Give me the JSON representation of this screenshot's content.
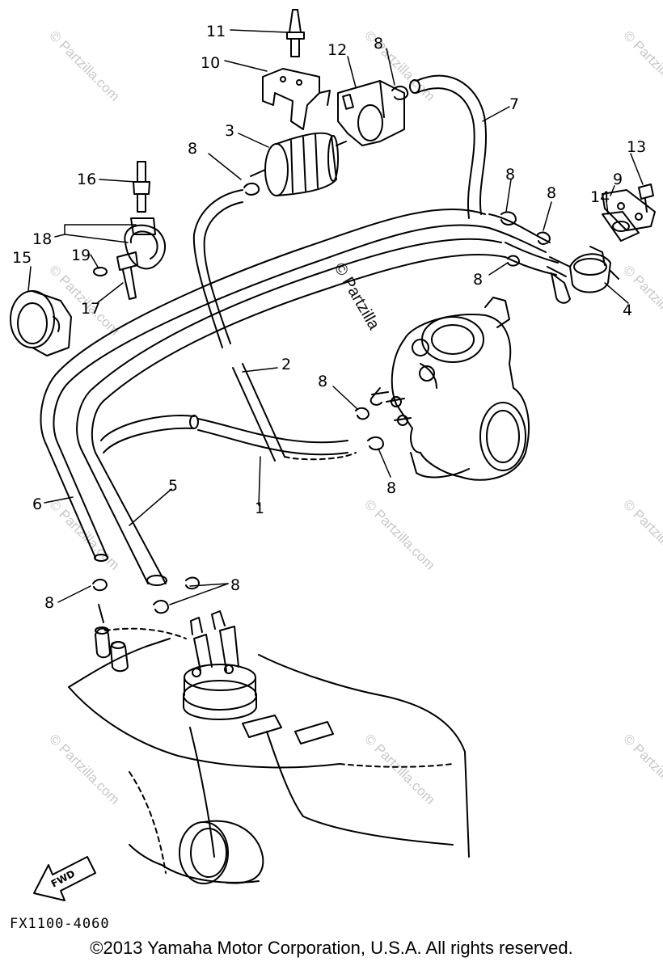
{
  "diagram": {
    "code": "FX1100-4060",
    "copyright": "©2013 Yamaha Motor Corporation, U.S.A. All rights reserved.",
    "watermark": "© Partzilla.com",
    "center_watermark": "© Partzilla",
    "fwd_label": "FWD",
    "callouts": [
      {
        "id": "c1",
        "label": "1"
      },
      {
        "id": "c2",
        "label": "2"
      },
      {
        "id": "c3",
        "label": "3"
      },
      {
        "id": "c4",
        "label": "4"
      },
      {
        "id": "c5",
        "label": "5"
      },
      {
        "id": "c6",
        "label": "6"
      },
      {
        "id": "c7",
        "label": "7"
      },
      {
        "id": "c8a",
        "label": "8"
      },
      {
        "id": "c8b",
        "label": "8"
      },
      {
        "id": "c8c",
        "label": "8"
      },
      {
        "id": "c8d",
        "label": "8"
      },
      {
        "id": "c8e",
        "label": "8"
      },
      {
        "id": "c8f",
        "label": "8"
      },
      {
        "id": "c8g",
        "label": "8"
      },
      {
        "id": "c8h",
        "label": "8"
      },
      {
        "id": "c8i",
        "label": "8"
      },
      {
        "id": "c9",
        "label": "9"
      },
      {
        "id": "c10",
        "label": "10"
      },
      {
        "id": "c11",
        "label": "11"
      },
      {
        "id": "c12",
        "label": "12"
      },
      {
        "id": "c13",
        "label": "13"
      },
      {
        "id": "c14",
        "label": "14"
      },
      {
        "id": "c15",
        "label": "15"
      },
      {
        "id": "c16",
        "label": "16"
      },
      {
        "id": "c17",
        "label": "17"
      },
      {
        "id": "c18",
        "label": "18"
      },
      {
        "id": "c19",
        "label": "19"
      }
    ]
  }
}
